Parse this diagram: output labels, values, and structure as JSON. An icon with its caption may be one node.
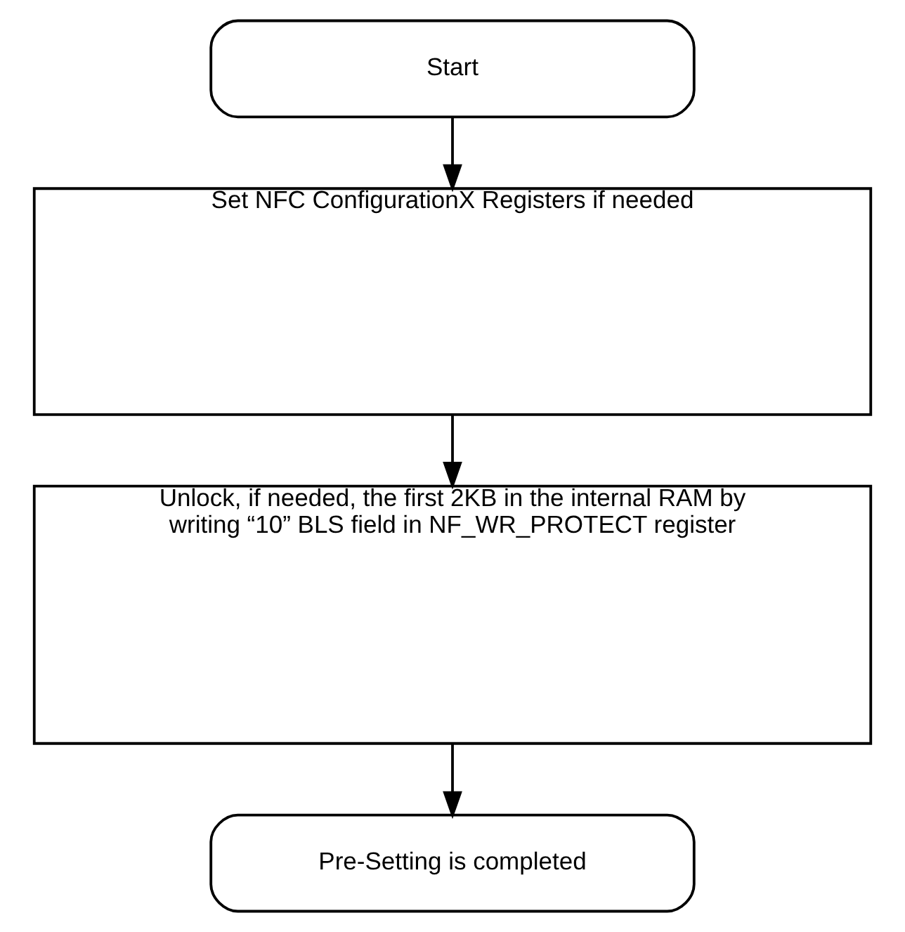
{
  "diagram": {
    "nodes": [
      {
        "text": [
          "Start"
        ]
      },
      {
        "text": [
          "Set NFC ConfigurationX Registers if needed"
        ]
      },
      {
        "text": [
          "Unlock, if needed, the first 2KB in the internal RAM by writing “10” BLS field in NF_WR_PROTECT register"
        ]
      },
      {
        "text": [
          "Pre-Setting is completed"
        ]
      }
    ],
    "edges": [
      {
        "from": 0,
        "to": 1,
        "arrow": "to"
      },
      {
        "from": 1,
        "to": 2,
        "arrow": "to"
      },
      {
        "from": 2,
        "to": 3,
        "arrow": "to"
      }
    ]
  }
}
